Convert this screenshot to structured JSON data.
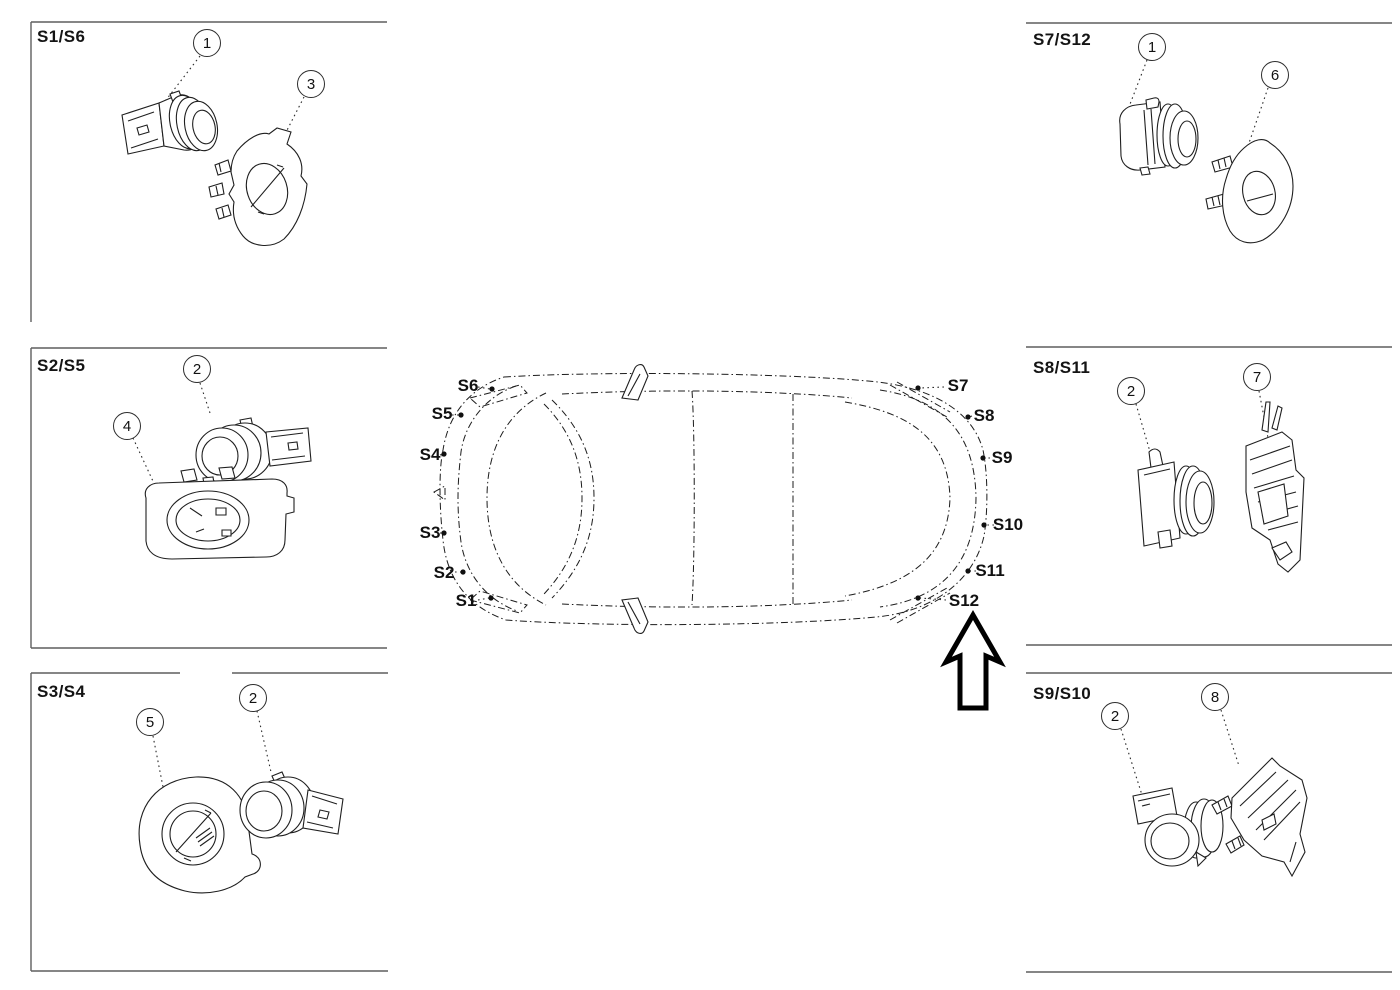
{
  "panels": [
    {
      "label": "S1/S6",
      "callouts": [
        {
          "n": "1"
        },
        {
          "n": "3"
        }
      ]
    },
    {
      "label": "S2/S5",
      "callouts": [
        {
          "n": "2"
        },
        {
          "n": "4"
        }
      ]
    },
    {
      "label": "S3/S4",
      "callouts": [
        {
          "n": "5"
        },
        {
          "n": "2"
        }
      ]
    },
    {
      "label": "S7/S12",
      "callouts": [
        {
          "n": "1"
        },
        {
          "n": "6"
        }
      ]
    },
    {
      "label": "S8/S11",
      "callouts": [
        {
          "n": "2"
        },
        {
          "n": "7"
        }
      ]
    },
    {
      "label": "S9/S10",
      "callouts": [
        {
          "n": "2"
        },
        {
          "n": "8"
        }
      ]
    }
  ],
  "car": {
    "sensor_labels": [
      "S1",
      "S2",
      "S3",
      "S4",
      "S5",
      "S6",
      "S7",
      "S8",
      "S9",
      "S10",
      "S11",
      "S12"
    ],
    "direction_arrow": "up"
  },
  "colors": {
    "background": "#ffffff",
    "line": "#1f1f1f",
    "panel_border": "#5f5f5f",
    "text": "#111111"
  }
}
